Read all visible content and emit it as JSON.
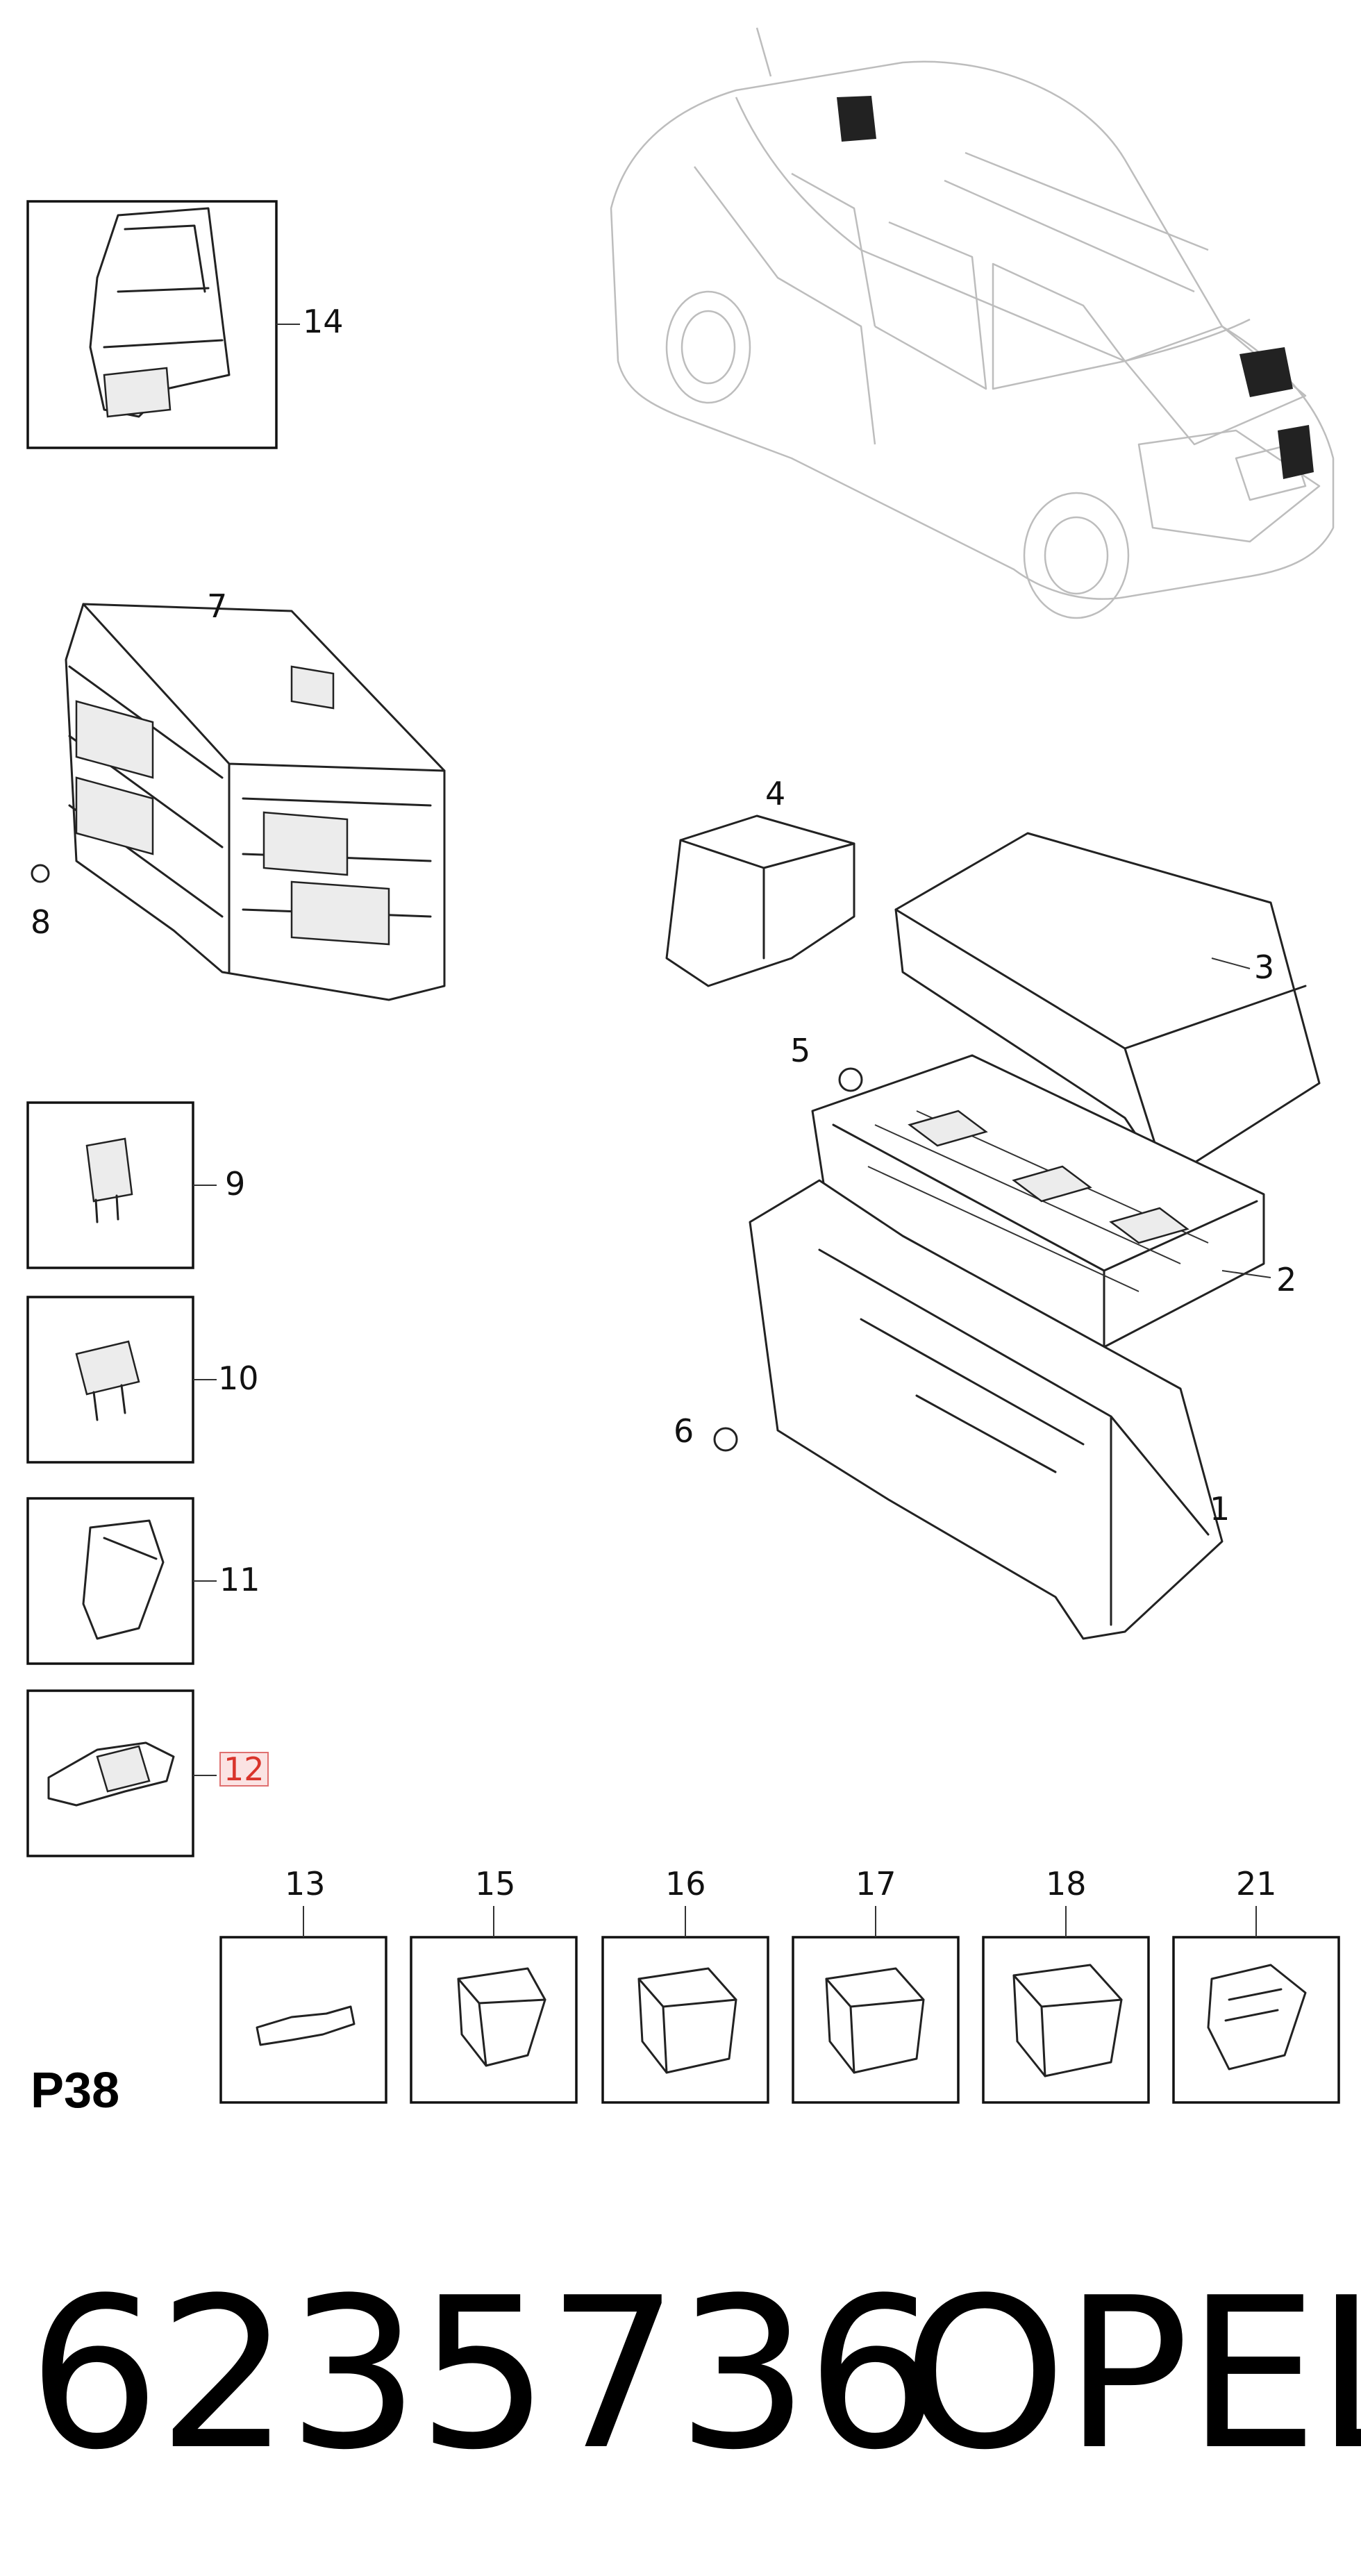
{
  "labels": {
    "l1": "1",
    "l2": "2",
    "l3": "3",
    "l4": "4",
    "l5": "5",
    "l6": "6",
    "l7": "7",
    "l8": "8",
    "l9": "9",
    "l10": "10",
    "l11": "11",
    "l12": "12",
    "l13": "13",
    "l14": "14",
    "l15": "15",
    "l16": "16",
    "l17": "17",
    "l18": "18",
    "l21": "21"
  },
  "page_code": "P38",
  "part_number": "6235736",
  "brand": "OPEL",
  "highlight": {
    "label": "12",
    "color": "#d9342b"
  }
}
